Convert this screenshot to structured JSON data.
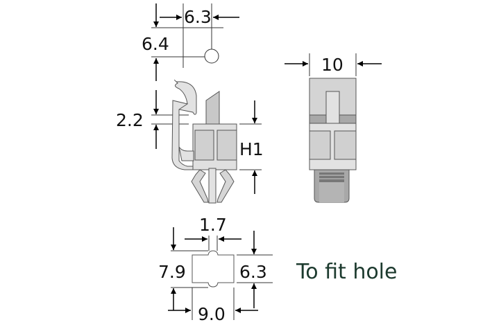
{
  "side_view": {
    "dim_width": "6.3",
    "dim_offset": "6.4",
    "dim_hook_gap": "2.2",
    "dim_height": "H1"
  },
  "front_view": {
    "dim_width": "10"
  },
  "hole_view": {
    "dim_notch": "1.7",
    "dim_height_total": "7.9",
    "dim_height": "6.3",
    "dim_width": "9.0",
    "note": "To fit hole"
  },
  "colors": {
    "part_light": "#e2e2e2",
    "part_mid": "#d2d2d2",
    "part_dark": "#a8a8a8",
    "note_text": "#1c3a2e"
  }
}
